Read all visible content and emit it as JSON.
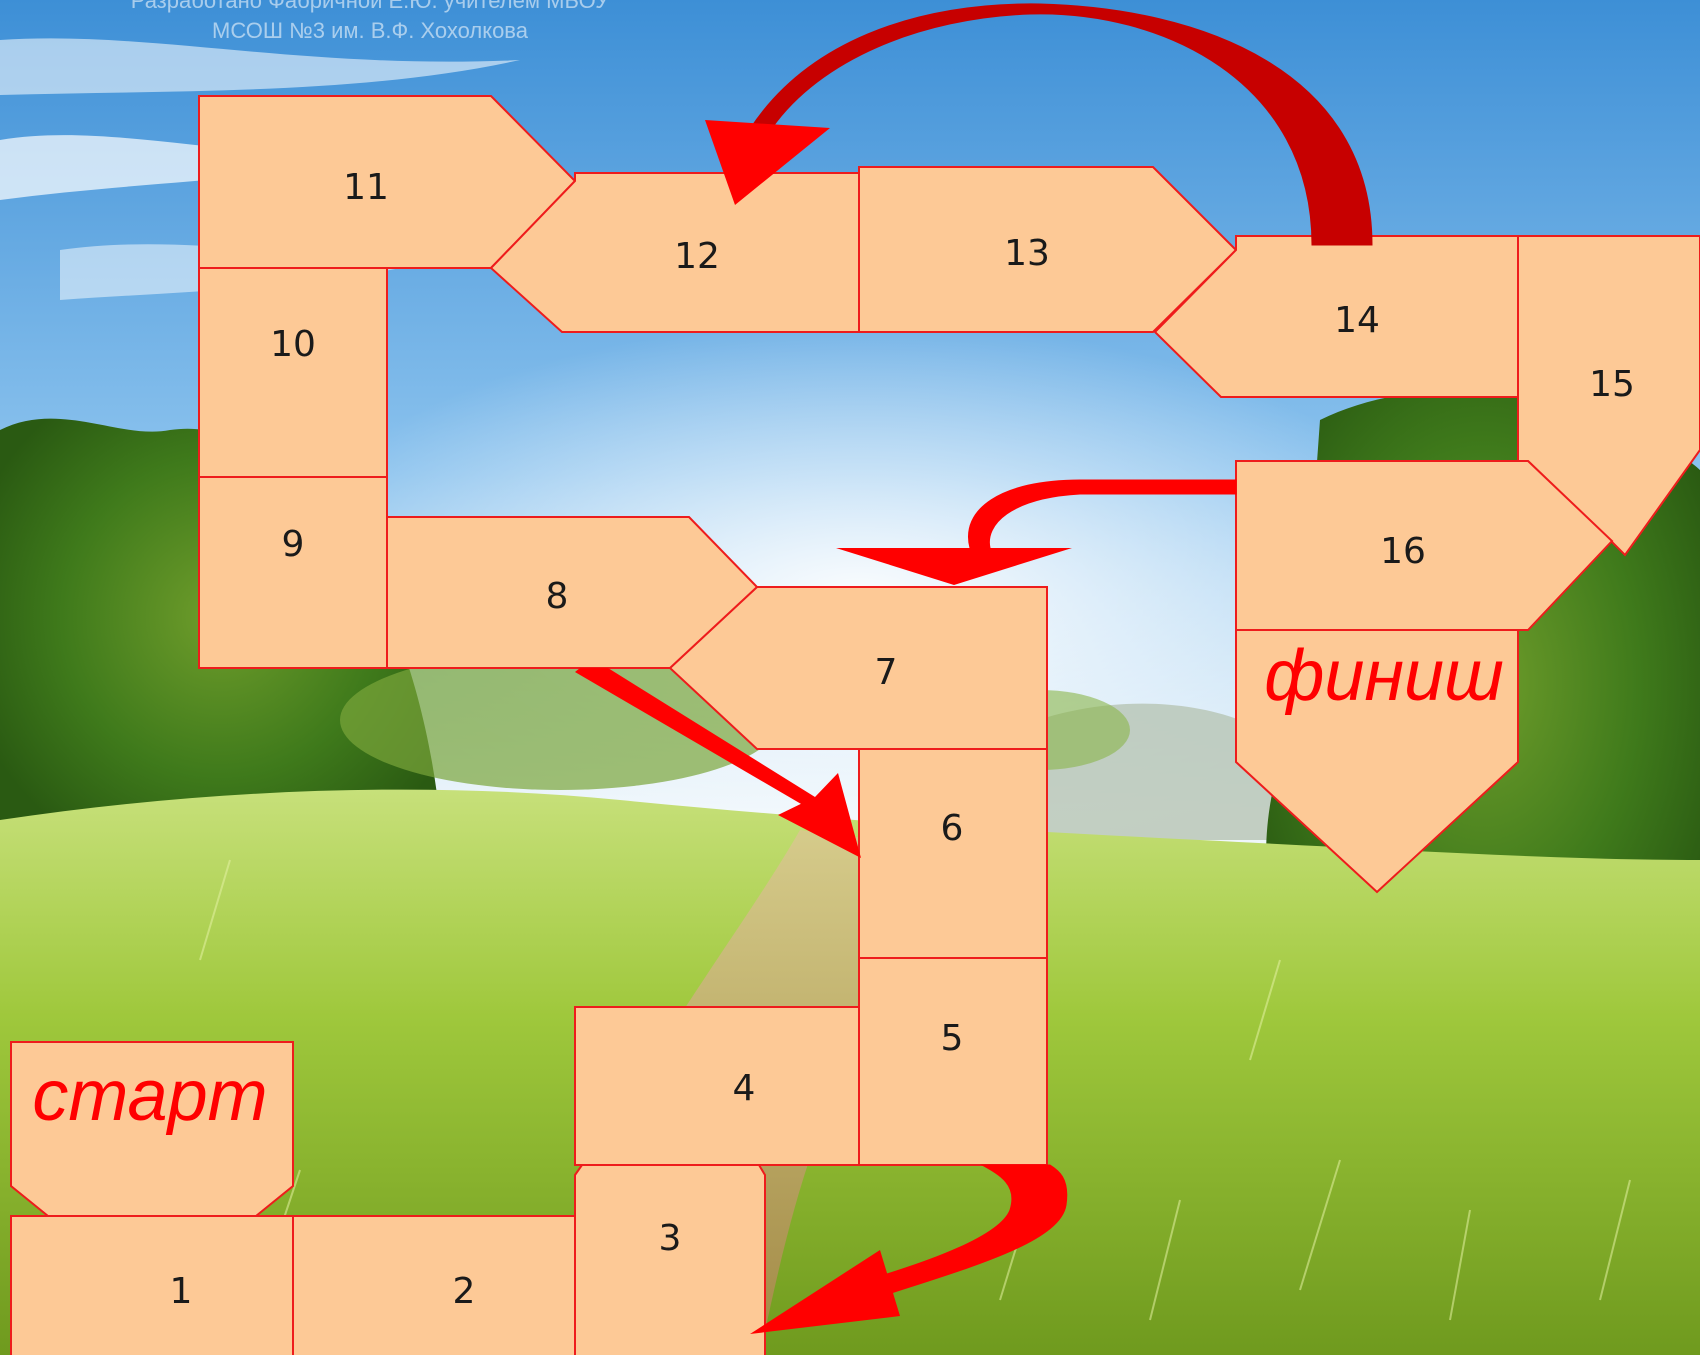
{
  "credit": {
    "line1": "Разработано Фабричной Е.Ю. учителем МБОУ",
    "line2": "МСОШ №3 им. В.Ф. Хохолкова"
  },
  "board": {
    "start_label": "старт",
    "finish_label": "финиш",
    "cells": [
      "1",
      "2",
      "3",
      "4",
      "5",
      "6",
      "7",
      "8",
      "9",
      "10",
      "11",
      "12",
      "13",
      "14",
      "15",
      "16"
    ],
    "colors": {
      "tile": "#fdc996",
      "tile_border": "#ee1c1c",
      "arrow": "#ff0000",
      "arrow_dark": "#c70000"
    }
  },
  "shortcuts": [
    {
      "from": "14",
      "to": "12"
    },
    {
      "from": "16",
      "to": "7"
    },
    {
      "from": "8",
      "to": "6"
    },
    {
      "from": "5",
      "to": "3"
    }
  ]
}
